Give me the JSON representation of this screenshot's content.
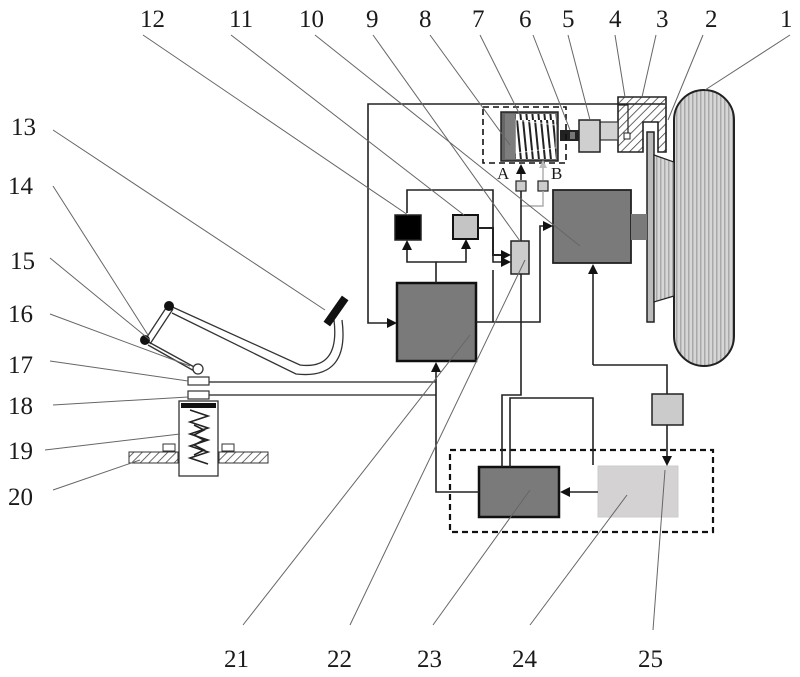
{
  "figure": {
    "type": "mechanical schematic",
    "description": "Brake-by-wire style system: wheel with brake disc and caliper, actuator module, controllers, pedal mechanism with spring sensor, and power supply block"
  },
  "labels": {
    "top": [
      "12",
      "11",
      "10",
      "9",
      "8",
      "7",
      "6",
      "5",
      "4",
      "3",
      "2",
      "1"
    ],
    "left": [
      "13",
      "14",
      "15",
      "16",
      "17",
      "18",
      "19",
      "20"
    ],
    "bottom": [
      "21",
      "22",
      "23",
      "24",
      "25"
    ]
  },
  "ports": {
    "a": "A",
    "b": "B"
  },
  "colors": {
    "dark_block": "#7a7a7a",
    "black_block": "#000000",
    "light_block": "#c8c8c8",
    "pale_block": "#d4d2d2",
    "wheel_fill": "#cfcfcf",
    "caliper_hatch": "#444444"
  }
}
